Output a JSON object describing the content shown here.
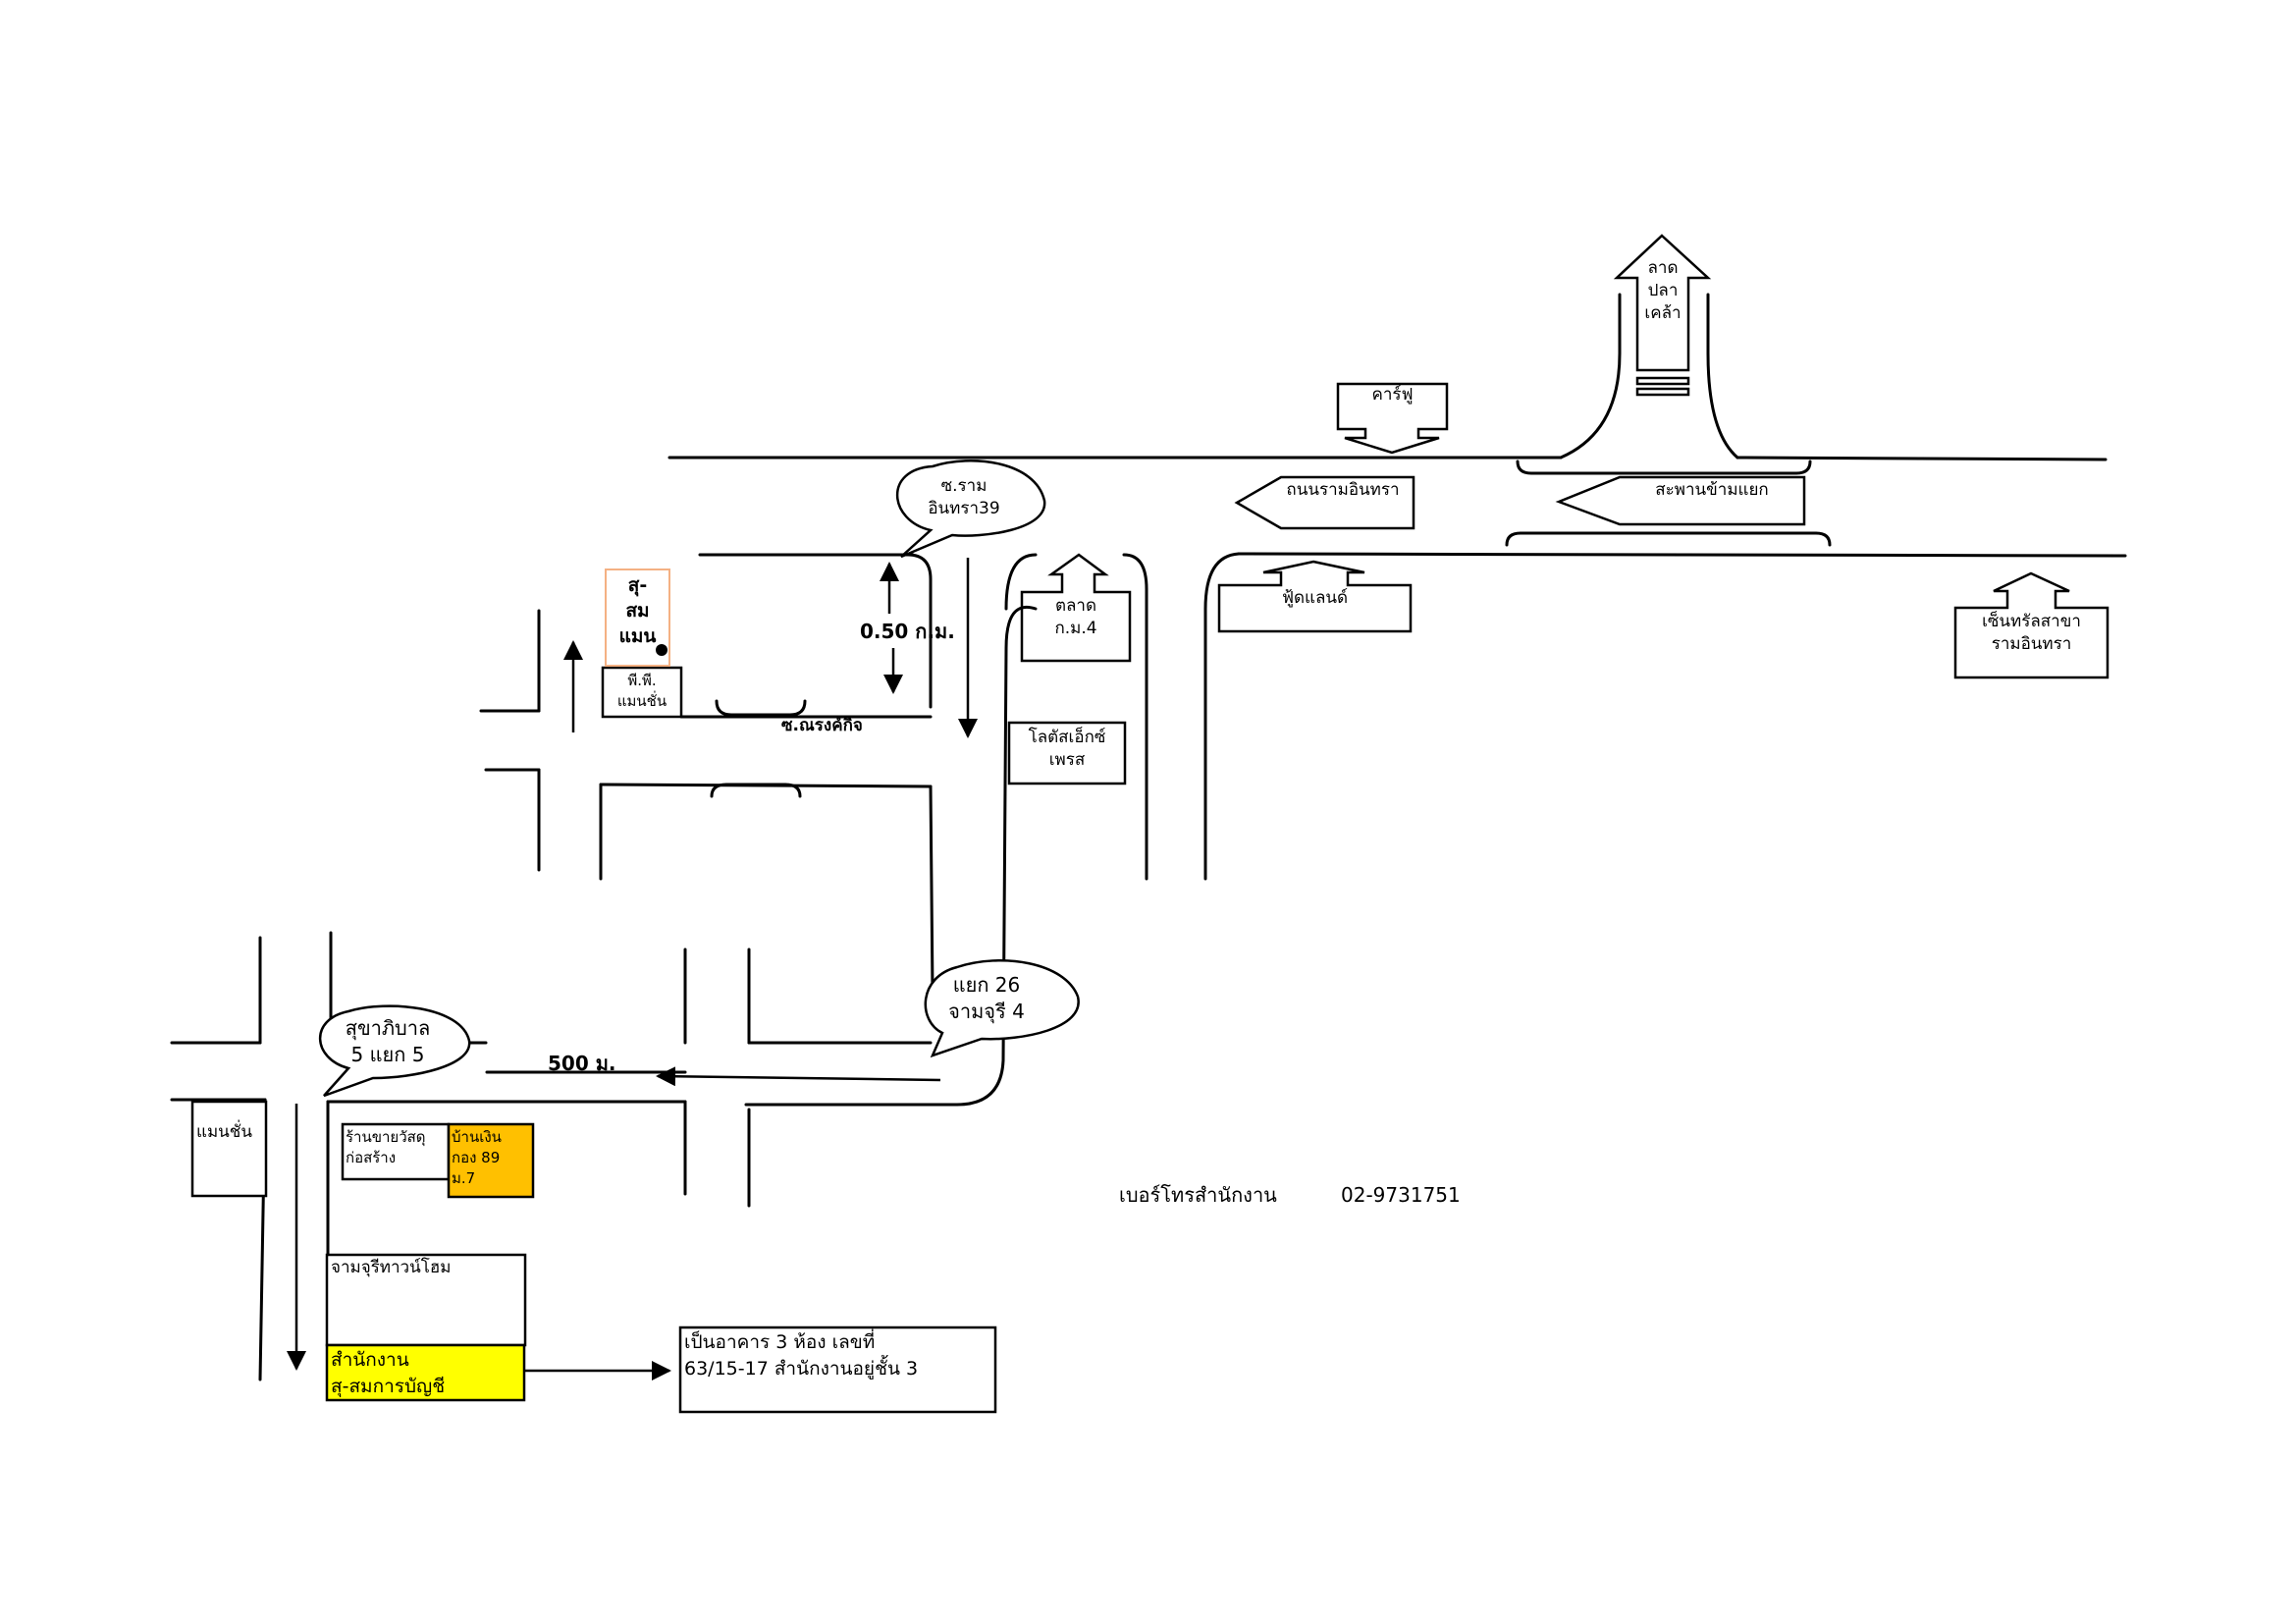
{
  "landmarks": {
    "lat_pla_khao": "ลาด\nปลา\nเคล้า",
    "carrefour": "คาร์ฟู",
    "ram_intra_road": "ถนนรามอินทรา",
    "overpass": "สะพานข้ามแยก",
    "soi_ram_intra_39": "ซ.ราม\nอินทรา39",
    "market_km4": "ตลาด\nก.ม.4",
    "foodland": "ฟู้ดแลนด์",
    "central": "เซ็นทรัลสาขา\nรามอินทรา",
    "lotus_express": "โลตัสเอ็กซ์\nเพรส",
    "su_som_manchan": "สุ-\nสม\nแมน",
    "pp_manchan": "พี.พี.\nแมนชั่น",
    "soi_narongkit": "ซ.ณรงค์กิจ",
    "distance_050km": "0.50 ก.ม.",
    "yaek26": "แยก 26\nจามจุรี 4",
    "sukhapiban": "สุขาภิบาล\n5 แยก 5",
    "distance_500m": "500 ม.",
    "manchan": "แมนชั่น",
    "hardware_store": "ร้านขายวัสดุ\nก่อสร้าง",
    "bangkok_village": "บ้านเงิน\nกอง 89\nม.7",
    "jamjuree_townhome": "จามจุรีทาวน์โฮม",
    "office": "สำนักงาน\nสุ-สมการบัญชี",
    "building_info": "เป็นอาคาร 3 ห้อง เลขที่\n63/15-17 สำนักงานอยู่ชั้น 3"
  },
  "phone": {
    "label": "เบอร์โทรสำนักงาน",
    "number": "02-9731751"
  },
  "colors": {
    "office_highlight": "#ffff00",
    "village_highlight": "#ffc000",
    "marker_border": "#f4b183"
  }
}
